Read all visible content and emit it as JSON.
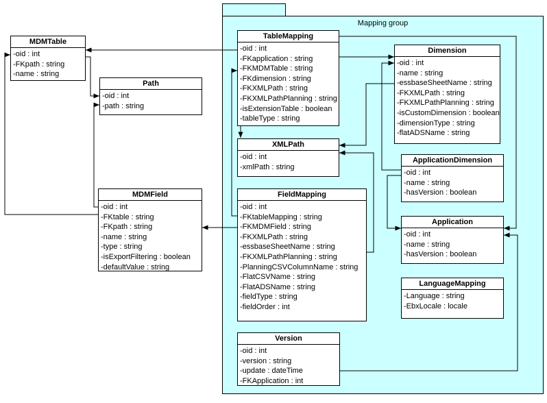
{
  "diagram": {
    "package": {
      "label": "Mapping group"
    },
    "colors": {
      "package_fill": "#ccffff",
      "class_fill": "#ffffff",
      "line": "#000000"
    },
    "classes": [
      {
        "key": "mdmtable",
        "name": "MDMTable",
        "attributes": [
          "-oid : int",
          "-FKpath : string",
          "-name : string"
        ]
      },
      {
        "key": "path",
        "name": "Path",
        "attributes": [
          "-oid : int",
          "-path : string"
        ]
      },
      {
        "key": "mdmfield",
        "name": "MDMField",
        "attributes": [
          "-oid : int",
          "-FKtable : string",
          "-FKpath : string",
          "-name : string",
          "-type : string",
          "-isExportFiltering : boolean",
          "-defaultValue : string"
        ]
      },
      {
        "key": "tablemapping",
        "name": "TableMapping",
        "attributes": [
          "-oid : int",
          "-FKapplication : string",
          "-FKMDMTable : string",
          "-FKdimension : string",
          "-FKXMLPath : string",
          "-FKXMLPathPlanning : string",
          "-isExtensionTable : boolean",
          "-tableType : string"
        ]
      },
      {
        "key": "xmlpath",
        "name": "XMLPath",
        "attributes": [
          "-oid : int",
          "-xmlPath : string"
        ]
      },
      {
        "key": "fieldmapping",
        "name": "FieldMapping",
        "attributes": [
          "-oid : int",
          "-FKtableMapping : string",
          "-FKMDMField : string",
          "-FKXMLPath : string",
          "-essbaseSheetName : string",
          "-FKXMLPathPlanning : string",
          "-PlanningCSVColumnName : string",
          "-FlatCSVName : string",
          "-FlatADSName : string",
          "-fieldType : string",
          "-fieldOrder : int"
        ]
      },
      {
        "key": "dimension",
        "name": "Dimension",
        "attributes": [
          "-oid : int",
          "-name : string",
          "-essbaseSheetName : string",
          "-FKXMLPath : string",
          "-FKXMLPathPlanning : string",
          "-isCustomDimension : boolean",
          "-dimensionType : string",
          "-flatADSName : string"
        ]
      },
      {
        "key": "applicationdimension",
        "name": "ApplicationDimension",
        "attributes": [
          "-oid : int",
          "-name : string",
          "-hasVersion : boolean"
        ]
      },
      {
        "key": "application",
        "name": "Application",
        "attributes": [
          "-oid : int",
          "-name : string",
          "-hasVersion : boolean"
        ]
      },
      {
        "key": "languagemapping",
        "name": "LanguageMapping",
        "attributes": [
          "-Language : string",
          "-EbxLocale : locale"
        ]
      },
      {
        "key": "version",
        "name": "Version",
        "attributes": [
          "-oid : int",
          "-version : string",
          "-update : dateTime",
          "-FKApplication : int"
        ]
      }
    ]
  }
}
